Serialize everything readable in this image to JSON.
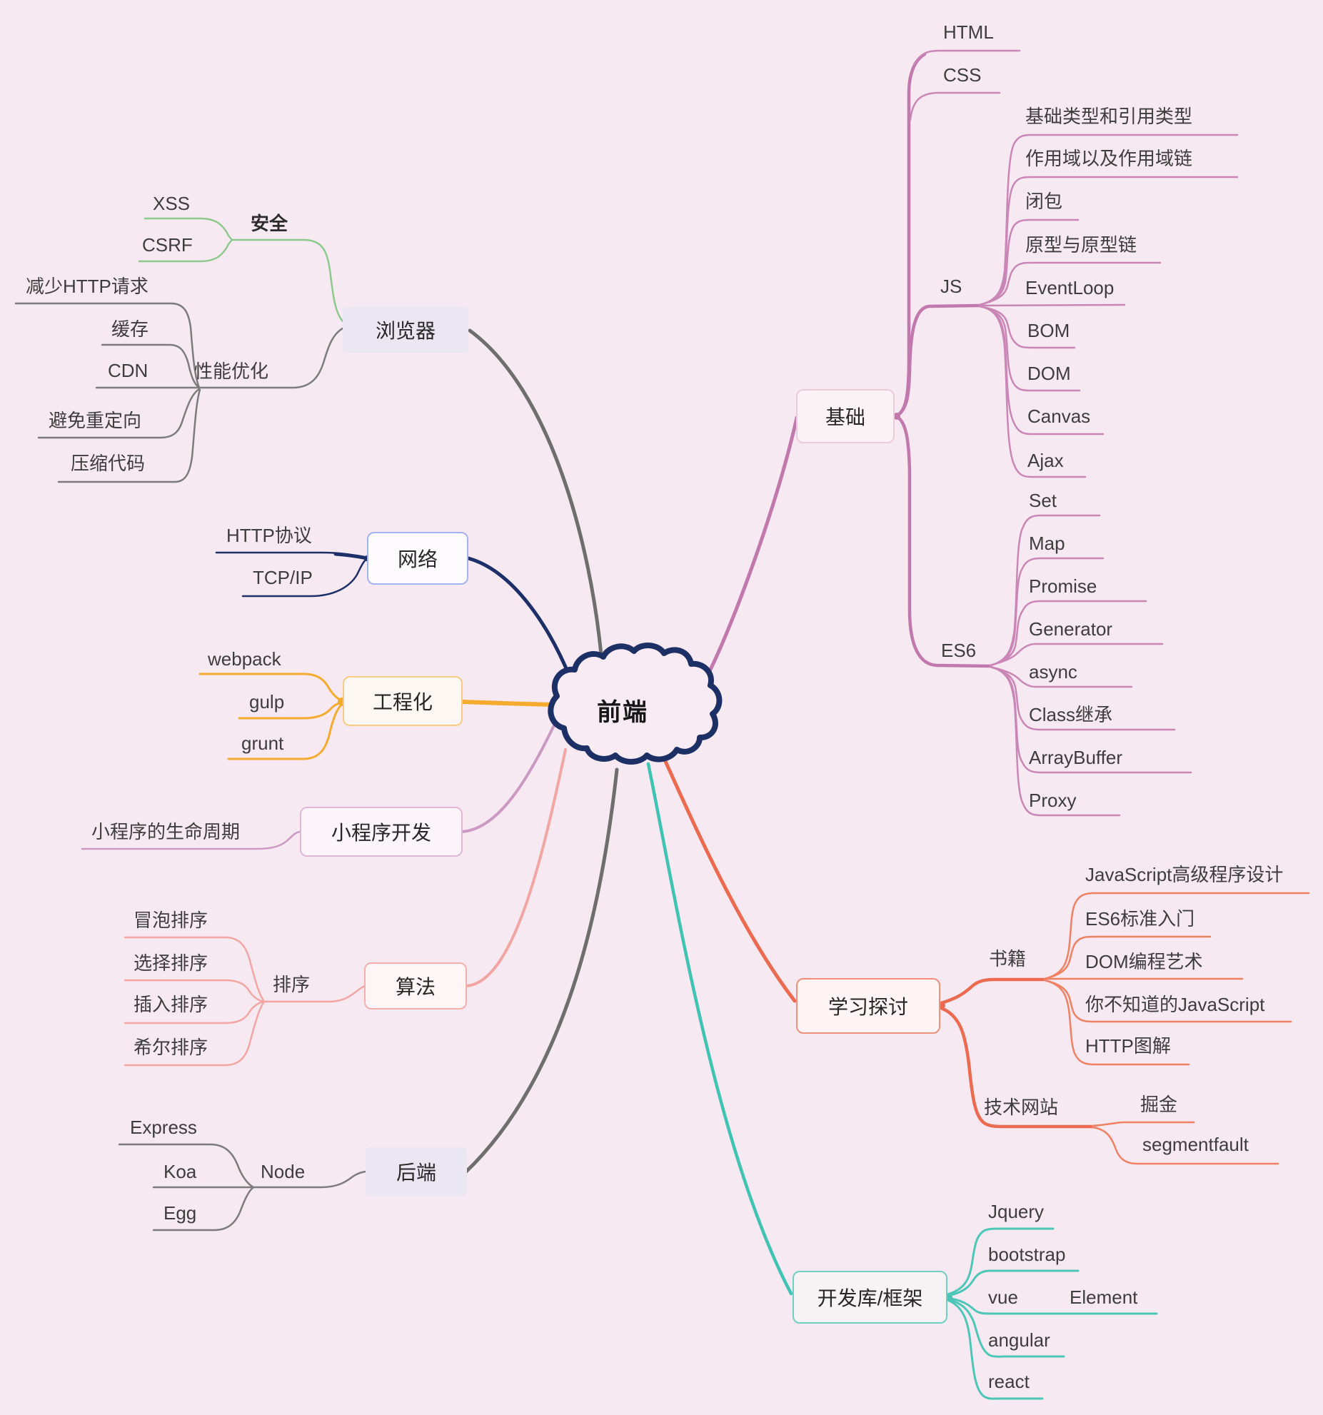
{
  "root": {
    "label": "前端"
  },
  "colors": {
    "background": "#f7e9f1",
    "cloud_border": "#1d3066",
    "basics": "#c178ad",
    "browser": "#6e6e6e",
    "security": "#8bc98c",
    "performance": "#7c7c7c",
    "network": "#1c2f69",
    "engineering": "#f5ab2e",
    "miniprogram": "#cb9ac2",
    "algorithm": "#f2a6a3",
    "backend": "#6e6e6e",
    "study": "#ec6a50",
    "frameworks": "#3fc3b2"
  },
  "branches": {
    "basics": {
      "label": "基础",
      "html": "HTML",
      "css": "CSS",
      "js": {
        "label": "JS",
        "items": [
          "基础类型和引用类型",
          "作用域以及作用域链",
          "闭包",
          "原型与原型链",
          "EventLoop",
          "BOM",
          "DOM",
          "Canvas",
          "Ajax"
        ]
      },
      "es6": {
        "label": "ES6",
        "items": [
          "Set",
          "Map",
          "Promise",
          "Generator",
          "async",
          "Class继承",
          "ArrayBuffer",
          "Proxy"
        ]
      }
    },
    "browser": {
      "label": "浏览器",
      "security": {
        "label": "安全",
        "items": [
          "XSS",
          "CSRF"
        ]
      },
      "performance": {
        "label": "性能优化",
        "items": [
          "减少HTTP请求",
          "缓存",
          "CDN",
          "避免重定向",
          "压缩代码"
        ]
      }
    },
    "network": {
      "label": "网络",
      "items": [
        "HTTP协议",
        "TCP/IP"
      ]
    },
    "engineering": {
      "label": "工程化",
      "items": [
        "webpack",
        "gulp",
        "grunt"
      ]
    },
    "miniprogram": {
      "label": "小程序开发",
      "items": [
        "小程序的生命周期"
      ]
    },
    "algorithm": {
      "label": "算法",
      "sort": {
        "label": "排序",
        "items": [
          "冒泡排序",
          "选择排序",
          "插入排序",
          "希尔排序"
        ]
      }
    },
    "backend": {
      "label": "后端",
      "node": {
        "label": "Node",
        "items": [
          "Express",
          "Koa",
          "Egg"
        ]
      }
    },
    "study": {
      "label": "学习探讨",
      "books": {
        "label": "书籍",
        "items": [
          "JavaScript高级程序设计",
          "ES6标准入门",
          "DOM编程艺术",
          "你不知道的JavaScript",
          "HTTP图解"
        ]
      },
      "sites": {
        "label": "技术网站",
        "items": [
          "掘金",
          "segmentfault"
        ]
      }
    },
    "frameworks": {
      "label": "开发库/框架",
      "items": [
        "Jquery",
        "bootstrap",
        "vue",
        "angular",
        "react"
      ],
      "element": {
        "label": "Element"
      }
    }
  }
}
